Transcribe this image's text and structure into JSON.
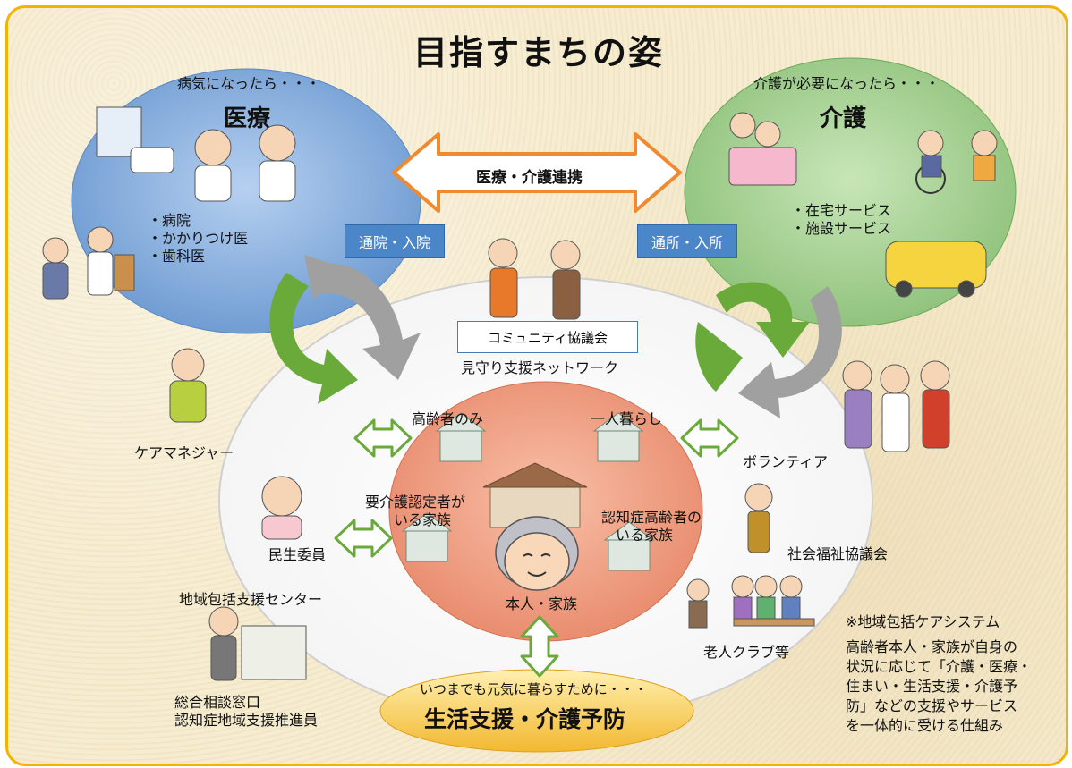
{
  "title": "目指すまちの姿",
  "medical": {
    "caption": "病気になったら・・・",
    "heading": "医療",
    "items": [
      "・病院",
      "・かかりつけ医",
      "・歯科医"
    ],
    "link_button": "通院・入院"
  },
  "care": {
    "caption": "介護が必要になったら・・・",
    "heading": "介護",
    "items": [
      "・在宅サービス",
      "・施設サービス"
    ],
    "link_button": "通所・入所"
  },
  "cooperation_label": "医療・介護連携",
  "community": {
    "box": "コミュニティ協議会",
    "network": "見守り支援ネットワーク"
  },
  "households": {
    "elderly_only": "高齢者のみ",
    "living_alone": "一人暮らし",
    "care_certified_1": "要介護認定者が",
    "care_certified_2": "いる家族",
    "dementia_1": "認知症高齢者の",
    "dementia_2": "いる家族",
    "self_family": "本人・家族"
  },
  "supporters": {
    "care_manager": "ケアマネジャー",
    "welfare_commissioner": "民生委員",
    "center": "地域包括支援センター",
    "center_role_1": "総合相談窓口",
    "center_role_2": "認知症地域支援推進員",
    "volunteer": "ボランティア",
    "social_welfare": "社会福祉協議会",
    "senior_club": "老人クラブ等"
  },
  "prevention": {
    "caption": "いつまでも元気に暮らすために・・・",
    "heading": "生活支援・介護予防"
  },
  "note": {
    "heading": "※地域包括ケアシステム",
    "lines": [
      "高齢者本人・家族が自身の",
      "状況に応じて「介護・医療・",
      "住まい・生活支援・介護予",
      "防」などの支援やサービス",
      "を一体的に受ける仕組み"
    ]
  },
  "colors": {
    "frame_border": "#f2b400",
    "medical_circle": "#7fa8d8",
    "care_circle": "#9cc98a",
    "center_circle": "#ee9a7e",
    "prevention_ellipse": "#f6c94e",
    "green_arrow": "#6aaa3a",
    "gray_arrow": "#9c9c9c",
    "cooperation_arrow": "#f08a30",
    "button_blue": "#4a86c8"
  }
}
